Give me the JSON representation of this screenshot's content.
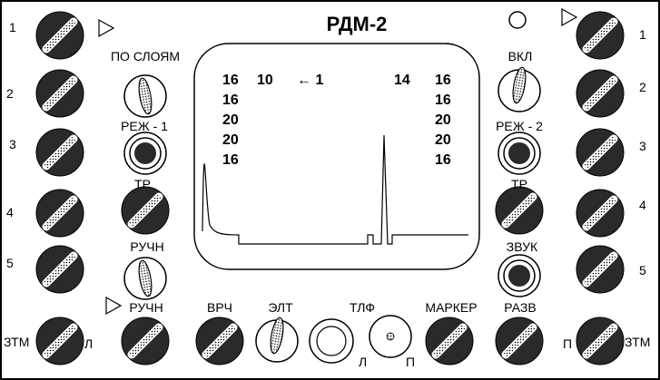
{
  "device": {
    "title": "РДМ-2"
  },
  "left_channels": [
    "1",
    "2",
    "3",
    "4",
    "5"
  ],
  "right_channels": [
    "1",
    "2",
    "3",
    "4",
    "5"
  ],
  "labels": {
    "po_sloyam": "ПО СЛОЯМ",
    "rezh1": "РЕЖ - 1",
    "tr_left": "ТР",
    "ruchn_mid": "РУЧН",
    "ruchn_bottom": "РУЧН",
    "vkl": "ВКЛ",
    "rezh2": "РЕЖ - 2",
    "tr_right": "ТР",
    "zvuk": "ЗВУК",
    "vrch": "ВРЧ",
    "elt": "ЭЛТ",
    "tlf": "ТЛФ",
    "marker": "МАРКЕР",
    "razv": "РАЗВ",
    "ztm_left": "ЗТМ",
    "l_left": "Л",
    "ztm_right": "ЗТМ",
    "p_right": "П",
    "tlf_l": "Л",
    "tlf_p": "П"
  },
  "screen": {
    "left_col": [
      "16",
      "16",
      "20",
      "20",
      "16"
    ],
    "top_mid": [
      "10",
      "← 1",
      "14"
    ],
    "right_col": [
      "16",
      "16",
      "20",
      "20",
      "16"
    ]
  }
}
